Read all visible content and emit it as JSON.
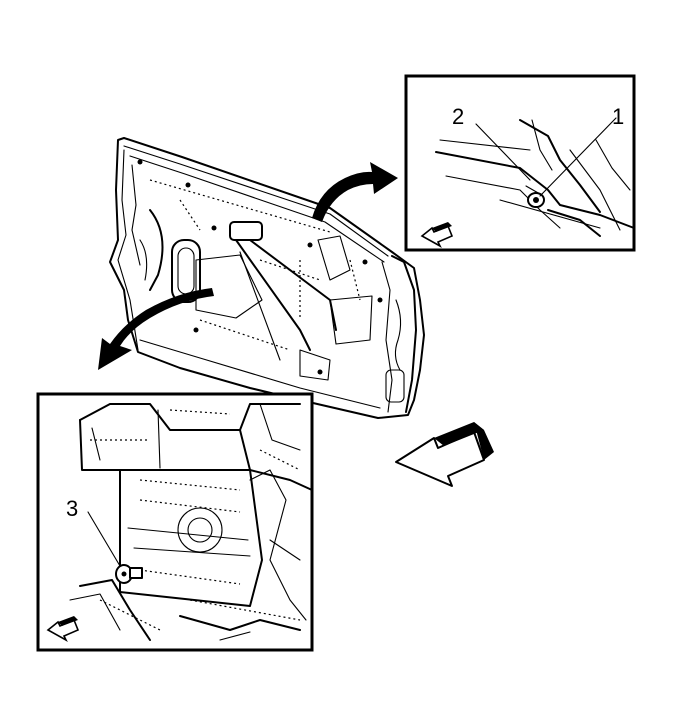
{
  "callouts": [
    {
      "id": "1",
      "label": "1"
    },
    {
      "id": "2",
      "label": "2"
    },
    {
      "id": "3",
      "label": "3"
    }
  ],
  "icons": {
    "direction_arrow": "forward-direction-arrow-icon",
    "detail_arrow": "detail-view-curved-arrow-icon"
  }
}
